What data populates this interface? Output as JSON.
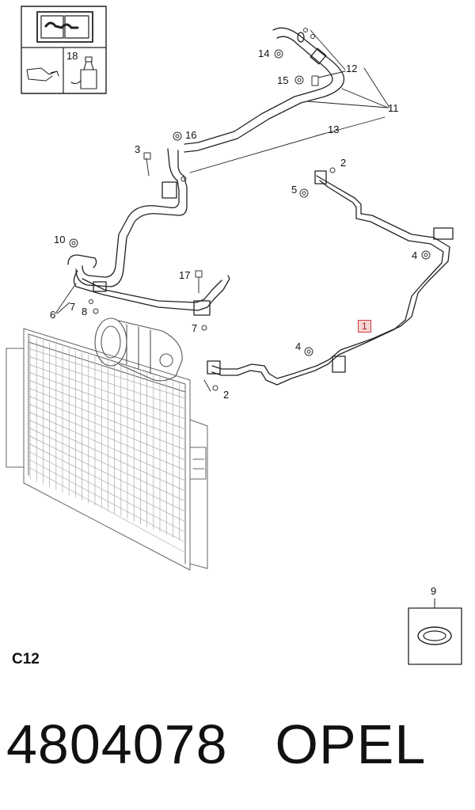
{
  "diagram": {
    "section_code": "C12",
    "callouts": {
      "c1": "1",
      "c2a": "2",
      "c2b": "2",
      "c3": "3",
      "c4a": "4",
      "c4b": "4",
      "c5": "5",
      "c6": "6",
      "c7a": "7",
      "c7b": "7",
      "c8": "8",
      "c9": "9",
      "c10": "10",
      "c11": "11",
      "c12": "12",
      "c13": "13",
      "c14": "14",
      "c15": "15",
      "c16": "16",
      "c17": "17",
      "c18": "18"
    }
  },
  "footer": {
    "part_number": "4804078",
    "brand": "OPEL"
  },
  "colors": {
    "line": "#222222",
    "highlight_fill": "#f6d4d4",
    "highlight_border": "#d04040"
  }
}
